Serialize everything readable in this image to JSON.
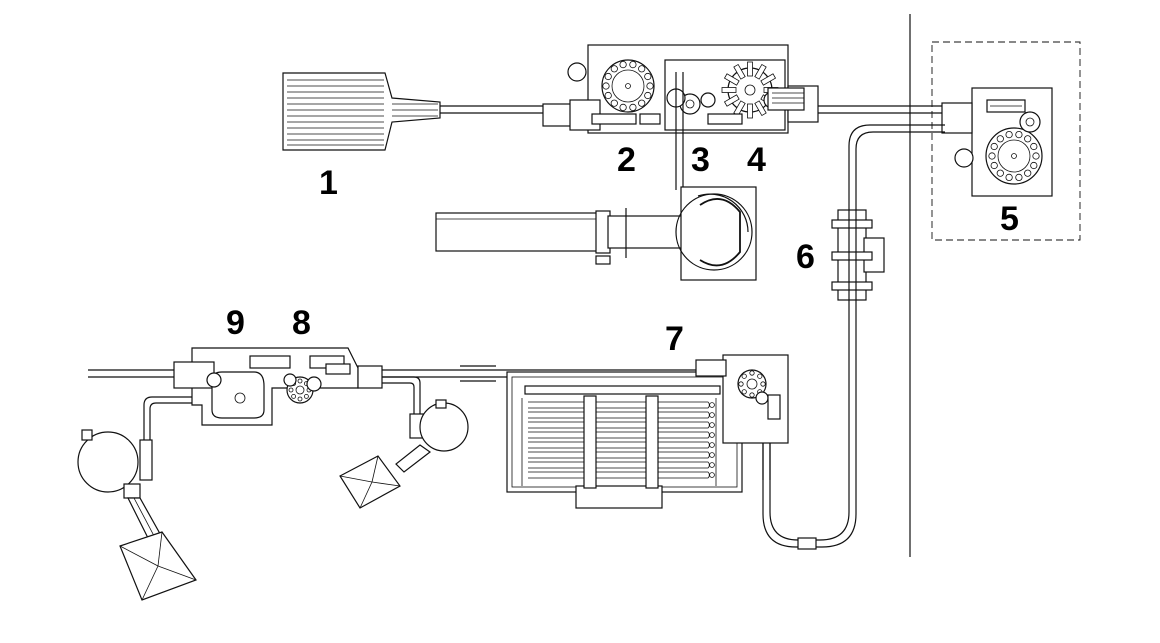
{
  "callouts": {
    "n1": "1",
    "n2": "2",
    "n3": "3",
    "n4": "4",
    "n5": "5",
    "n6": "6",
    "n7": "7",
    "n8": "8",
    "n9": "9"
  },
  "colors": {
    "line": "#111111",
    "background": "#ffffff"
  }
}
